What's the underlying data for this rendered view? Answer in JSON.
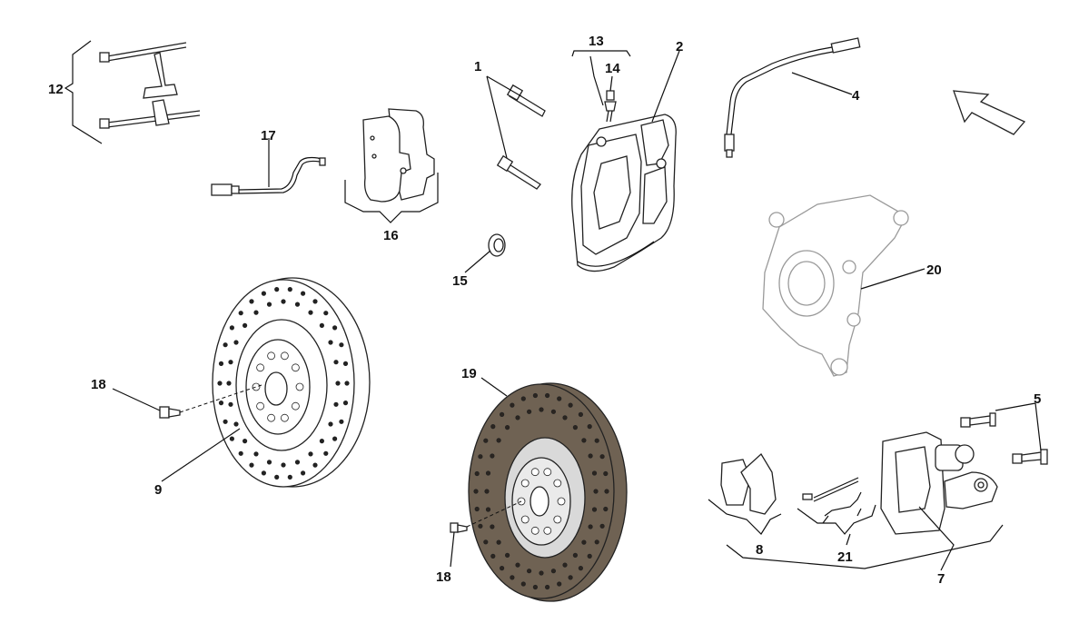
{
  "diagram": {
    "type": "exploded-parts-diagram",
    "callouts": [
      "1",
      "2",
      "4",
      "5",
      "7",
      "8",
      "9",
      "12",
      "13",
      "14",
      "15",
      "16",
      "17",
      "18",
      "18",
      "19",
      "20",
      "21"
    ],
    "direction_arrow_icon": "arrow-up-left-icon",
    "colors": {
      "line": "#111111",
      "background": "#ffffff",
      "ghost_part": "#9a9a9a",
      "ceramic_disc": "#6f6253"
    }
  }
}
